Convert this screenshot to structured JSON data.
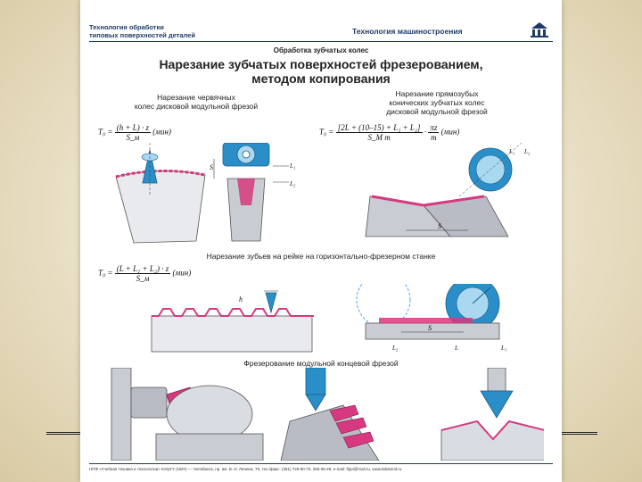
{
  "header": {
    "left_line1": "Технология обработки",
    "left_line2": "типовых поверхностей деталей",
    "right": "Технология машиностроения"
  },
  "subtitle": "Обработка зубчатых колес",
  "title_line1": "Нарезание зубчатых поверхностей фрезерованием,",
  "title_line2": "методом копирования",
  "sections": {
    "worm_line1": "Нарезание червячных",
    "worm_line2": "колес дисковой модульной фрезой",
    "bevel_line1": "Нарезание прямозубых",
    "bevel_line2": "конических зубчатых колес",
    "bevel_line3": "дисковой модульной фрезой",
    "rack": "Нарезание зубьев на рейке на горизонтально-фрезерном станке",
    "endmill": "Фрезерование модульной концевой фрезой"
  },
  "formulas": {
    "f1_lhs": "T₀ =",
    "f1_num": "(h + L) · z",
    "f1_den": "S_м",
    "f1_unit": "(мин)",
    "f2_lhs": "T₀ =",
    "f2_num": "[2L + (10–15) + L₁ + L₂]",
    "f2_den": "S_M m",
    "f2_mid": "·",
    "f2_num2": "πz",
    "f2_den2": "m",
    "f2_unit": "(мин)",
    "f3_lhs": "T₀ =",
    "f3_num": "(L + L₁ + L₂) · z",
    "f3_den": "S_м",
    "f3_unit": "(мин)"
  },
  "labels": {
    "s": "S",
    "l1": "L₁",
    "l2": "L₂",
    "l": "L",
    "h": "h"
  },
  "footer": "НПФ «Учебная техника и технологии» ЮУрГУ (НИУ) — Челябинск, пр. им. В. И. Ленина, 76, тел./факс: (351) 729-90-70, 265-06-29, e-mail: lfppi@mail.ru, www.labstend.ru",
  "colors": {
    "tool_blue": "#2a8fc9",
    "tool_light": "#a9d8f0",
    "workpiece_pink": "#d6397f",
    "steel_gray": "#c9ccd2",
    "text_navy": "#1f3b66"
  }
}
